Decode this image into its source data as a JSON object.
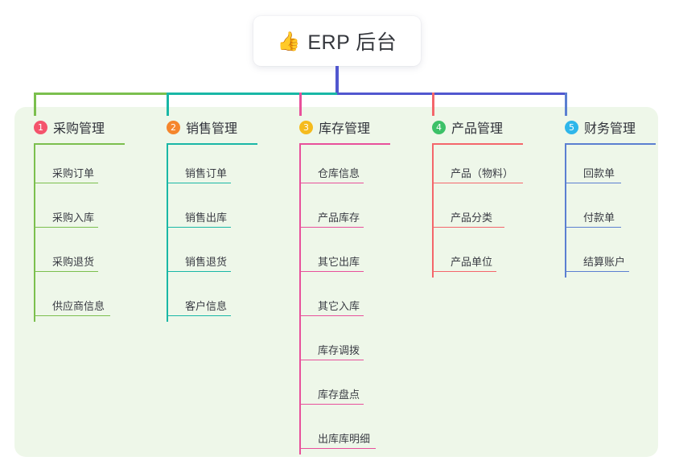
{
  "root": {
    "icon": "thumbs-up-icon",
    "icon_glyph": "👍",
    "title": "ERP 后台"
  },
  "palette": {
    "panel_bg": "#eef7e9",
    "page_bg": "#ffffff",
    "bus_left": "#7bbf4e",
    "bus_mid": "#19b7a6",
    "bus_right": "#5157cf",
    "stem_root": "#5157cf",
    "text": "#30323a"
  },
  "columns": [
    {
      "index": "1",
      "badge_number": "1",
      "badge_color": "#f4546c",
      "line_color": "#7bbf4e",
      "title": "采购管理",
      "rule_width": 113,
      "items": [
        {
          "label": "采购订单",
          "rule_width": 80
        },
        {
          "label": "采购入库",
          "rule_width": 80
        },
        {
          "label": "采购退货",
          "rule_width": 80
        },
        {
          "label": "供应商信息",
          "rule_width": 95
        }
      ]
    },
    {
      "index": "2",
      "badge_number": "2",
      "badge_color": "#f5862c",
      "line_color": "#19b7a6",
      "title": "销售管理",
      "rule_width": 113,
      "items": [
        {
          "label": "销售订单",
          "rule_width": 80
        },
        {
          "label": "销售出库",
          "rule_width": 80
        },
        {
          "label": "销售退货",
          "rule_width": 80
        },
        {
          "label": "客户信息",
          "rule_width": 80
        }
      ]
    },
    {
      "index": "3",
      "badge_number": "3",
      "badge_color": "#f5bb1d",
      "line_color": "#e8509b",
      "title": "库存管理",
      "rule_width": 113,
      "items": [
        {
          "label": "仓库信息",
          "rule_width": 80
        },
        {
          "label": "产品库存",
          "rule_width": 80
        },
        {
          "label": "其它出库",
          "rule_width": 80
        },
        {
          "label": "其它入库",
          "rule_width": 80
        },
        {
          "label": "库存调拨",
          "rule_width": 80
        },
        {
          "label": "库存盘点",
          "rule_width": 80
        },
        {
          "label": "出库库明细",
          "rule_width": 95
        }
      ]
    },
    {
      "index": "4",
      "badge_number": "4",
      "badge_color": "#3cc168",
      "line_color": "#f4666b",
      "title": "产品管理",
      "rule_width": 113,
      "items": [
        {
          "label": "产品（物料）",
          "rule_width": 113
        },
        {
          "label": "产品分类",
          "rule_width": 90
        },
        {
          "label": "产品单位",
          "rule_width": 80
        }
      ]
    },
    {
      "index": "5",
      "badge_number": "5",
      "badge_color": "#2eb6ea",
      "line_color": "#5b7fd1",
      "title": "财务管理",
      "rule_width": 113,
      "items": [
        {
          "label": "回款单",
          "rule_width": 70
        },
        {
          "label": "付款单",
          "rule_width": 70
        },
        {
          "label": "结算账户",
          "rule_width": 80
        }
      ]
    }
  ]
}
